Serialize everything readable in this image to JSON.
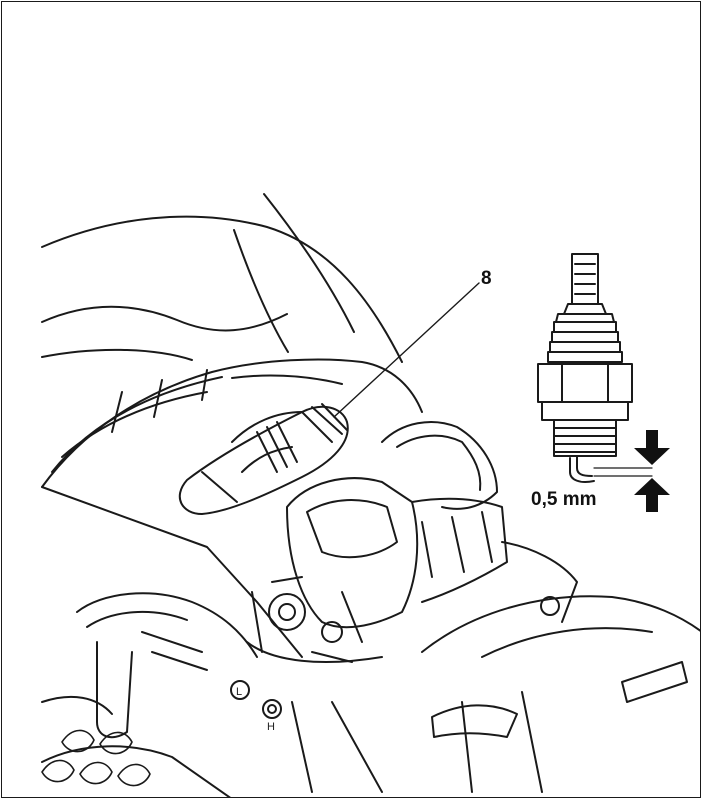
{
  "callout": {
    "number": "8"
  },
  "gap": {
    "value": "0,5 mm"
  },
  "markings": {
    "low": "L",
    "high": "H"
  },
  "colors": {
    "line": "#1a1a1a",
    "fill": "#ffffff"
  }
}
